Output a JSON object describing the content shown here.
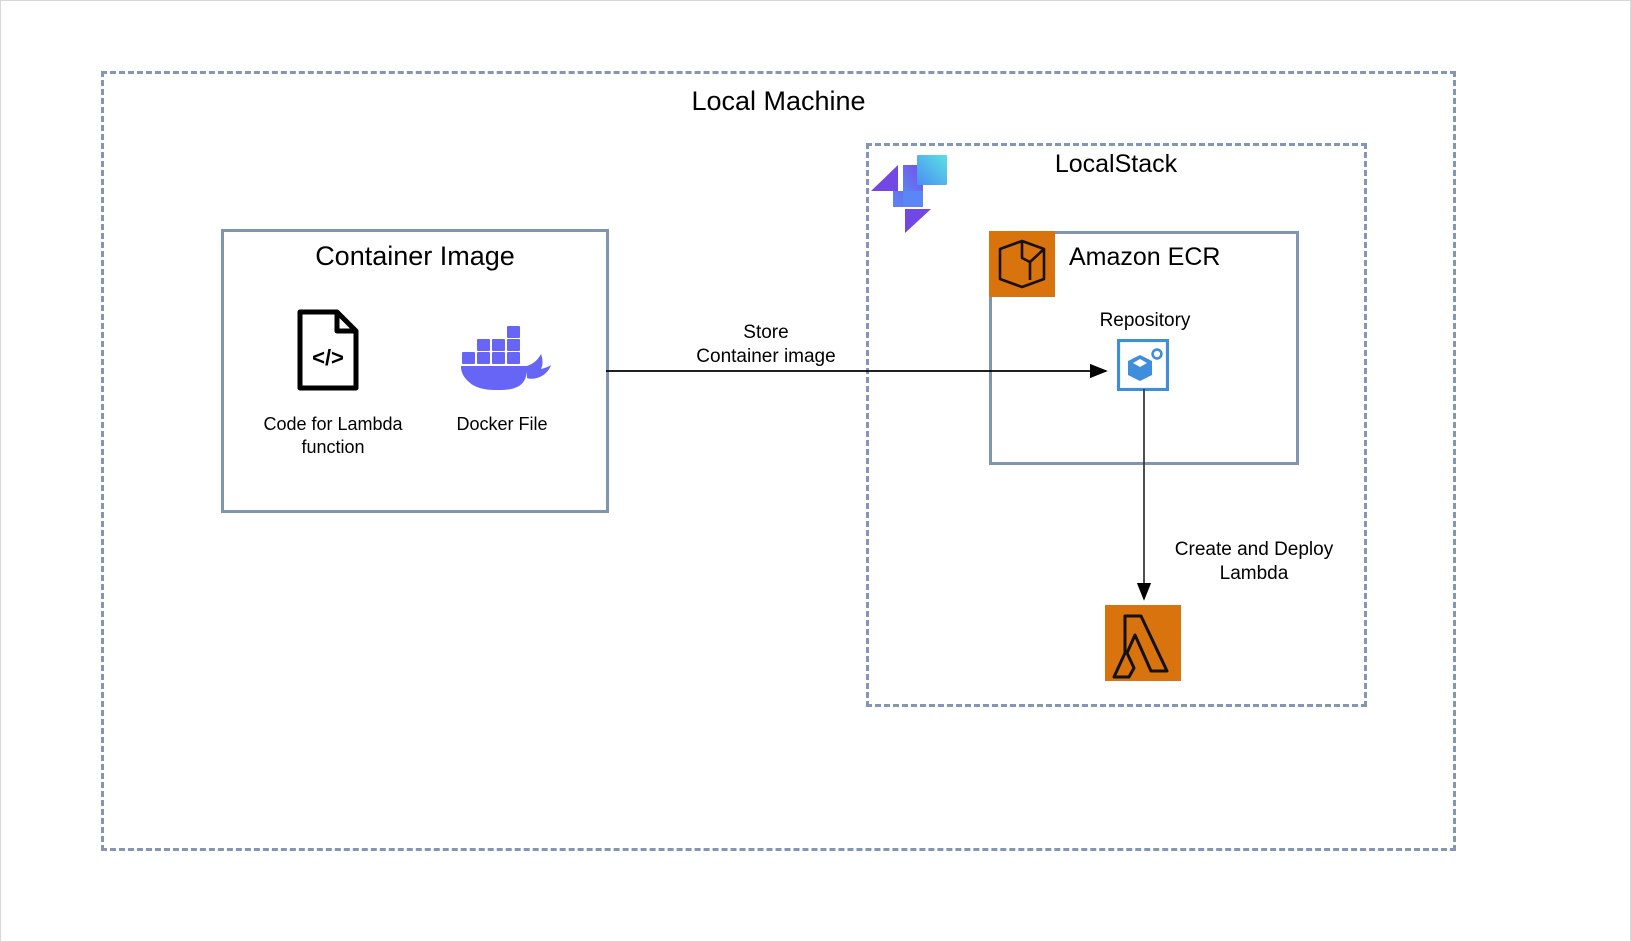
{
  "diagram": {
    "title": "Local Machine",
    "outer_container": {
      "label": "Local Machine",
      "border_style": "dashed",
      "border_color": "#8595b4"
    },
    "localstack_container": {
      "label": "LocalStack",
      "border_style": "dashed",
      "border_color": "#8595b4",
      "logo_name": "localstack-logo"
    },
    "container_image_box": {
      "title": "Container Image",
      "border_style": "solid",
      "border_color": "#8194b0",
      "items": [
        {
          "icon": "code-file-icon",
          "caption": "Code for Lambda function"
        },
        {
          "icon": "docker-whale-icon",
          "caption": "Docker File"
        }
      ]
    },
    "ecr_box": {
      "title": "Amazon ECR",
      "border_style": "solid",
      "border_color": "#8194b0",
      "service_icon": "amazon-ecr-icon",
      "repository": {
        "caption": "Repository",
        "icon": "ecr-repository-icon"
      }
    },
    "lambda": {
      "icon": "aws-lambda-icon",
      "color": "#d9730d"
    },
    "arrows": [
      {
        "name": "store-container-image-arrow",
        "label": "Store\nContainer image",
        "label_line1": "Store",
        "label_line2": "Container image",
        "direction": "right",
        "from": "Container Image",
        "to": "Repository"
      },
      {
        "name": "create-deploy-lambda-arrow",
        "label": "Create and Deploy Lambda",
        "label_line1": "Create and Deploy",
        "label_line2": "Lambda",
        "direction": "down",
        "from": "Repository",
        "to": "Lambda"
      }
    ]
  },
  "colors": {
    "aws_orange": "#d9730d",
    "docker_blue": "#6665f5",
    "repository_blue": "#3f8ddd",
    "border_slate": "#8194b0",
    "dash_slate": "#8595b4",
    "localstack_purple": "#6b4ee0",
    "localstack_cyan": "#5cdede"
  }
}
